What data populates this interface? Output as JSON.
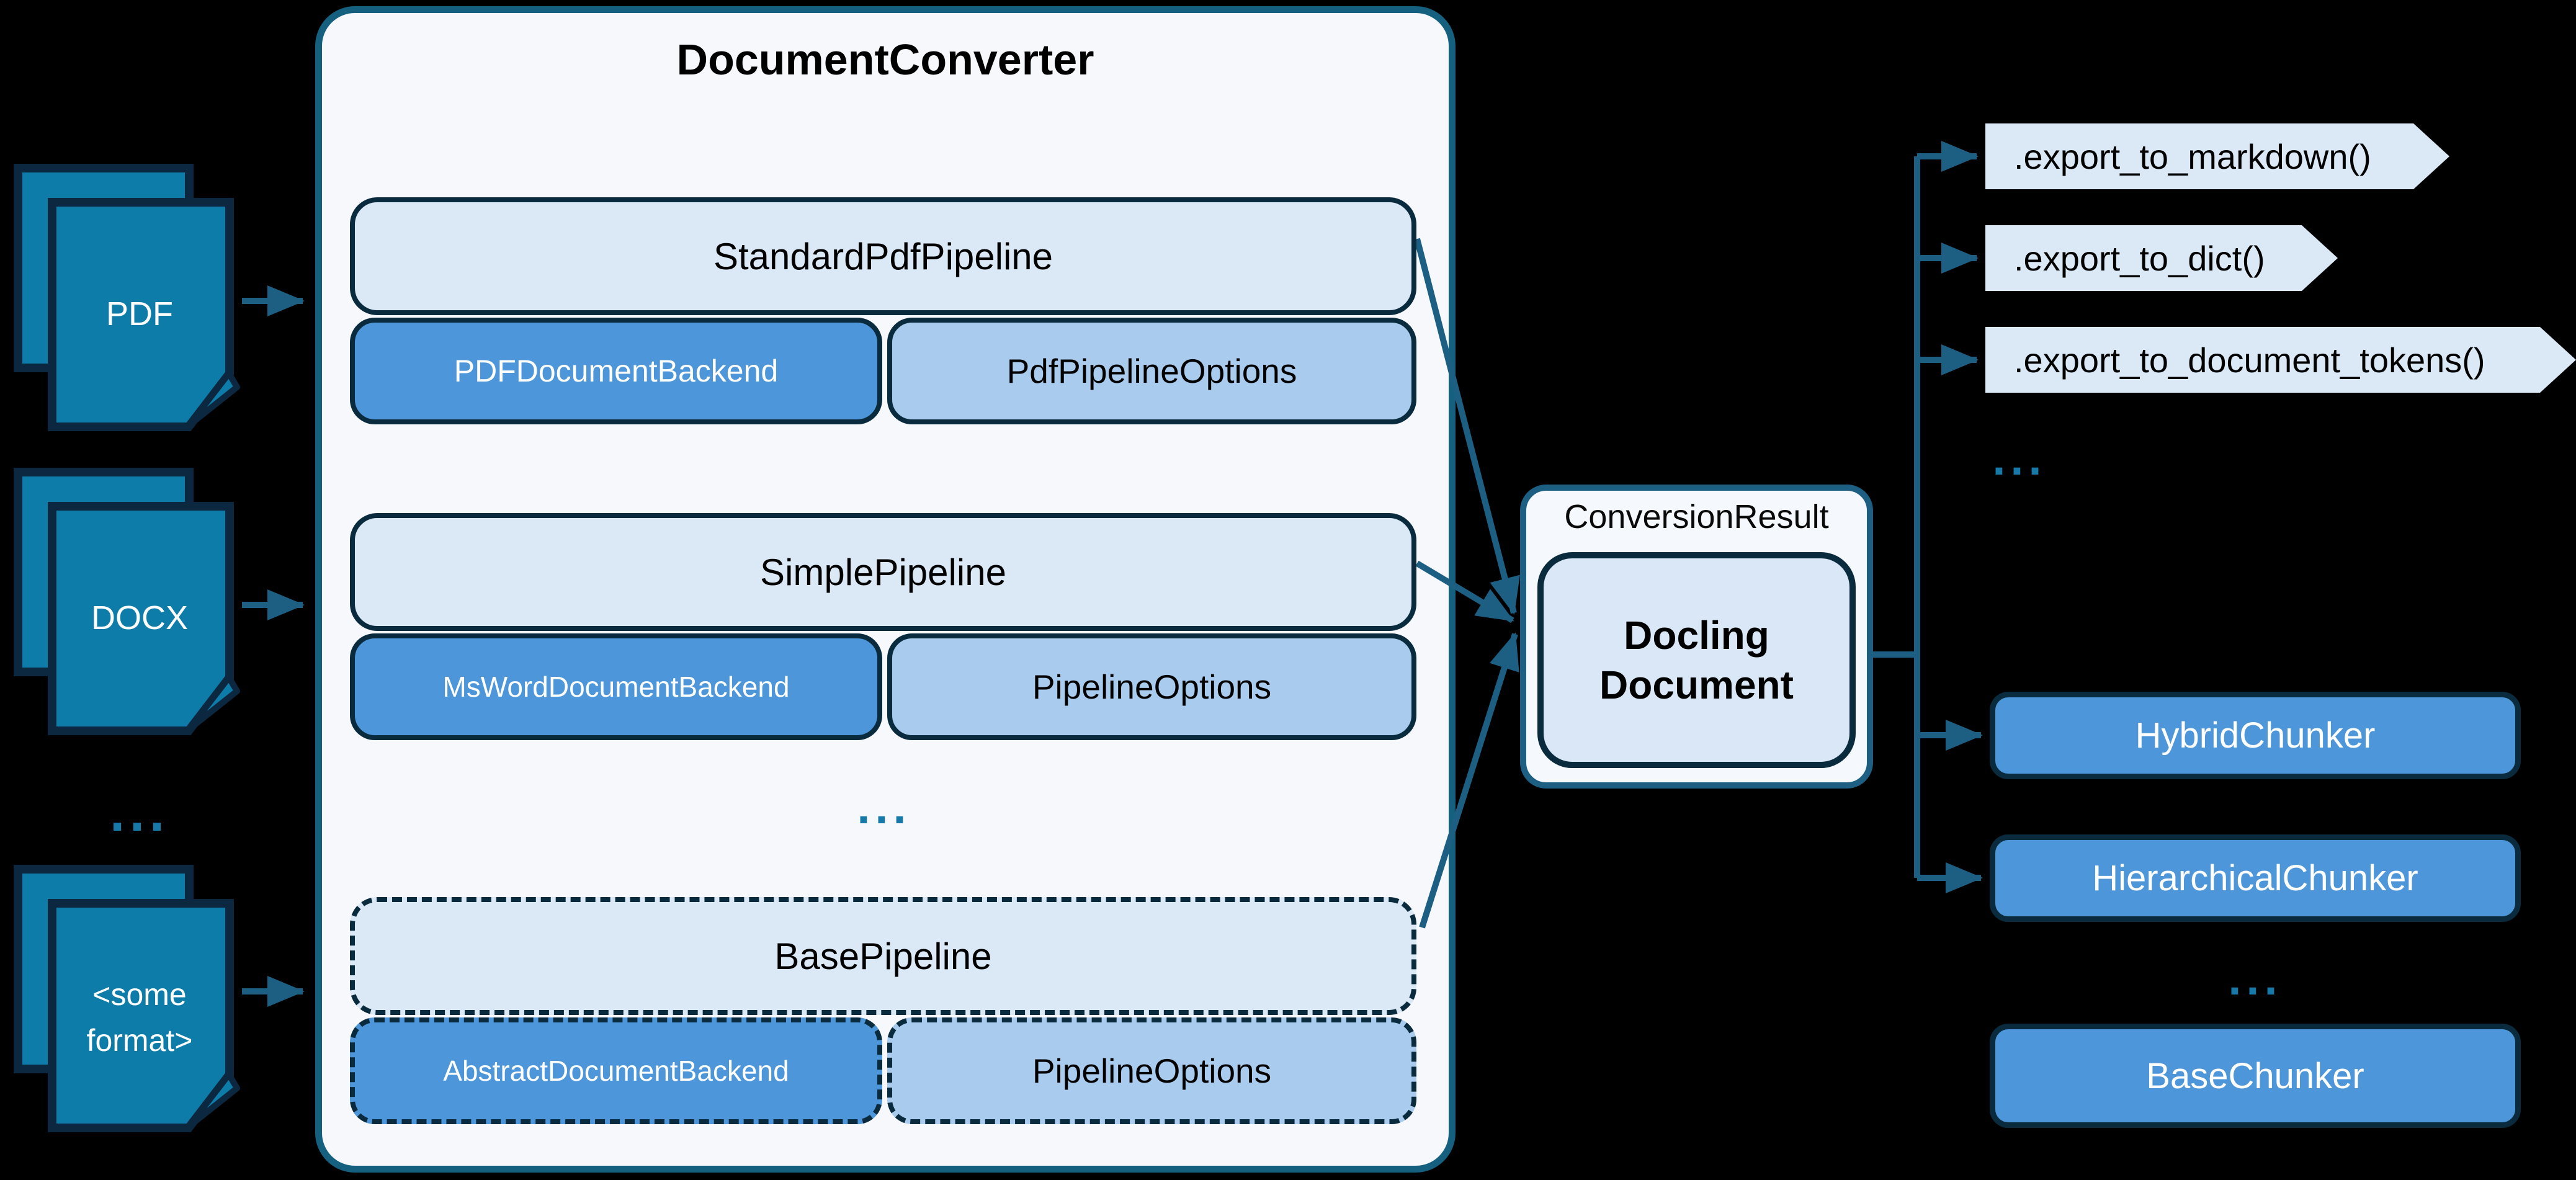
{
  "colors": {
    "background": "#000000",
    "accent_teal_border": "#15607F",
    "connector_line": "#1C5F82",
    "document_icon_fill": "#0E7CA8",
    "dark_navy_border": "#0A2B3D",
    "light_blue_box": "#DBE8F6",
    "mid_blue_box": "#4E96DA",
    "pale_blue_box": "#A9CBEE",
    "container_bg": "#F6F8FC",
    "ellipsis_dots": "#1779A8"
  },
  "inputs": {
    "pdf": {
      "label": "PDF"
    },
    "docx": {
      "label": "DOCX"
    },
    "ellipsis": "...",
    "other": {
      "line1": "<some",
      "line2": "format>"
    }
  },
  "converter": {
    "title": "DocumentConverter",
    "pipelines": [
      {
        "name": "StandardPdfPipeline",
        "backend": "PDFDocumentBackend",
        "options": "PdfPipelineOptions"
      },
      {
        "name": "SimplePipeline",
        "backend": "MsWordDocumentBackend",
        "options": "PipelineOptions"
      },
      {
        "name": "BasePipeline",
        "backend": "AbstractDocumentBackend",
        "options": "PipelineOptions"
      }
    ],
    "ellipsis": "..."
  },
  "result": {
    "label": "ConversionResult",
    "document_line1": "Docling",
    "document_line2": "Document"
  },
  "exports": {
    "items": [
      ".export_to_markdown()",
      ".export_to_dict()",
      ".export_to_document_tokens()"
    ],
    "ellipsis": "..."
  },
  "chunkers": {
    "items": [
      "HybridChunker",
      "HierarchicalChunker"
    ],
    "ellipsis": "...",
    "base": "BaseChunker"
  }
}
